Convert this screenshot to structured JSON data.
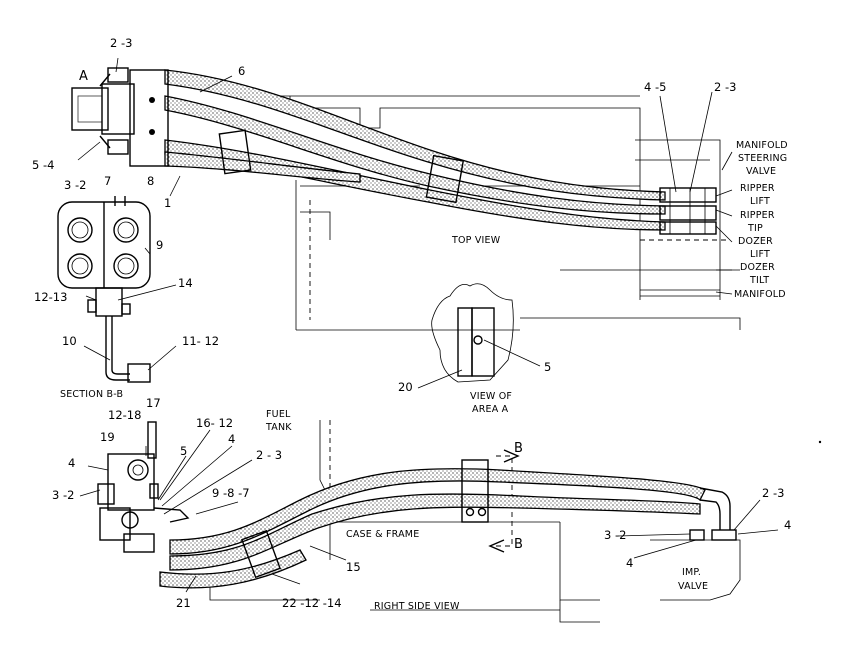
{
  "labels": {
    "top_left": {
      "l23": "2 -3",
      "A": "A",
      "l54": "5 -4",
      "l32": "3 -2",
      "l6": "6",
      "l1": "1"
    },
    "top_right": {
      "l45": "4 -5",
      "l23": "2 -3",
      "manifold": "MANIFOLD",
      "steering": "STEERING",
      "valve": "VALVE",
      "ripper1": "RIPPER",
      "lift1": "LIFT",
      "ripper2": "RIPPER",
      "tip": "TIP",
      "dozer1": "DOZER",
      "lift2": "LIFT",
      "dozer2": "DOZER",
      "tilt": "TILT",
      "manifold2": "MANIFOLD"
    },
    "top_view": "TOP VIEW",
    "section": {
      "l7": "7",
      "l8": "8",
      "l9": "9",
      "l1213": "12-13",
      "l14": "14",
      "l10": "10",
      "l1112": "11- 12",
      "title": "SECTION B-B"
    },
    "view_a": {
      "l20": "20",
      "l5": "5",
      "line1": "VIEW OF",
      "line2": "AREA A"
    },
    "side_left": {
      "l17": "17",
      "l1218": "12-18",
      "l1612": "16- 12",
      "fuel": "FUEL",
      "tank": "TANK",
      "l19": "19",
      "l4a": "4",
      "l4b": "4",
      "l5": "5",
      "l23": "2 - 3",
      "l32": "3 -2",
      "l987": "9 -8 -7",
      "l21": "21",
      "l221214": "22 -12 -14",
      "l15": "15"
    },
    "side_right": {
      "b1": "B",
      "b2": "B",
      "case": "CASE & FRAME",
      "l23": "2 -3",
      "l4a": "4",
      "l32": "3 -2",
      "l4b": "4",
      "imp": "IMP.",
      "valve": "VALVE"
    },
    "right_side_view": "RIGHT SIDE VIEW"
  }
}
